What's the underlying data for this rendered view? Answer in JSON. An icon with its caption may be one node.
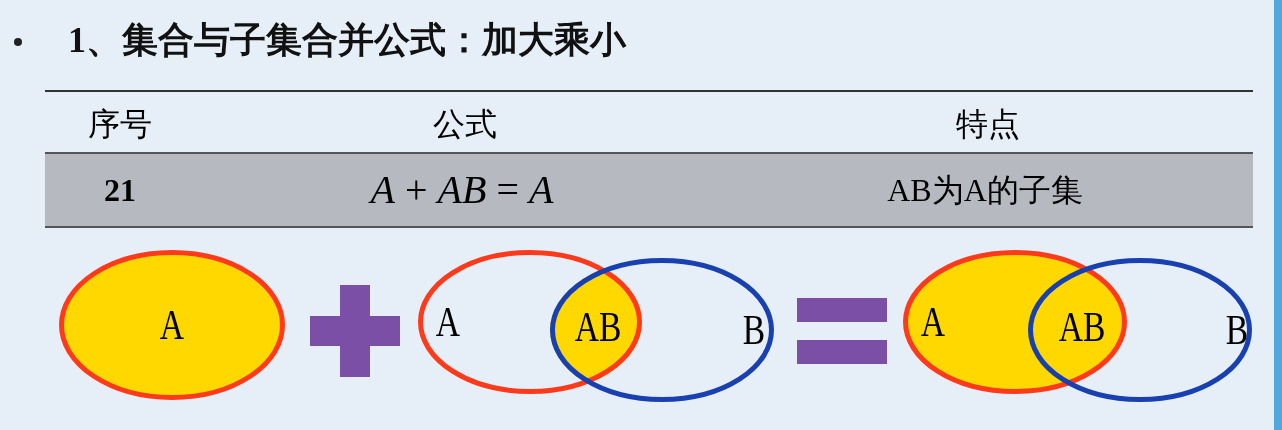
{
  "diagram": {
    "title": "1、集合与子集合并公式：加大乘小",
    "nodes": [
      {
        "text": [
          "A"
        ]
      },
      {
        "text": [
          "A"
        ]
      },
      {
        "text": [
          "B"
        ]
      },
      {
        "text": [
          "A"
        ]
      },
      {
        "text": [
          "B"
        ]
      }
    ],
    "labels": [
      "序号",
      "公式",
      "特点",
      "21",
      "*A* + *AB* = *A*",
      "AB为A的子集",
      "AB",
      "AB"
    ]
  }
}
